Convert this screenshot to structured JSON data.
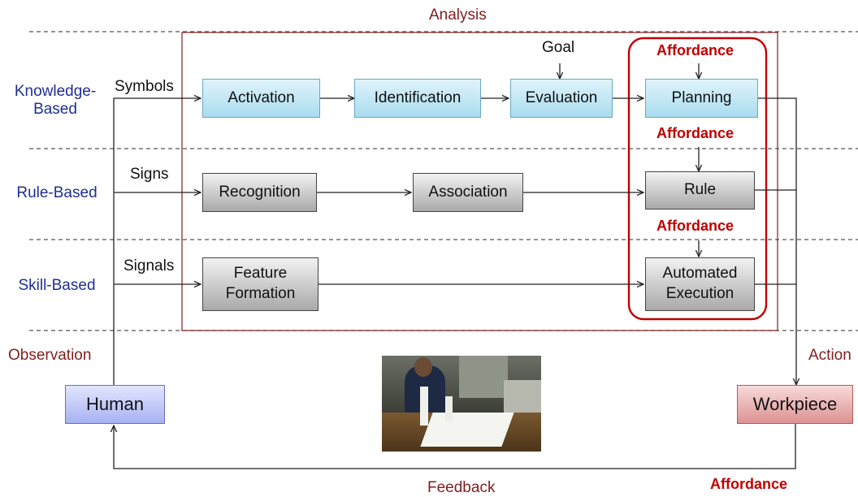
{
  "header": {
    "analysis": "Analysis"
  },
  "levels": {
    "knowledge": "Knowledge-\nBased",
    "rule": "Rule-Based",
    "skill": "Skill-Based"
  },
  "inputs": {
    "symbols": "Symbols",
    "signs": "Signs",
    "signals": "Signals"
  },
  "goal": "Goal",
  "boxes": {
    "activation": "Activation",
    "identification": "Identification",
    "evaluation": "Evaluation",
    "planning": "Planning",
    "recognition": "Recognition",
    "association": "Association",
    "rule": "Rule",
    "feature_formation": "Feature\nFormation",
    "automated_execution": "Automated\nExecution",
    "human": "Human",
    "workpiece": "Workpiece"
  },
  "affordance": {
    "planning": "Affordance",
    "rule": "Affordance",
    "execution": "Affordance",
    "feedback": "Affordance"
  },
  "labels": {
    "observation": "Observation",
    "action": "Action",
    "feedback": "Feedback"
  },
  "colors": {
    "dark_red": "#7f1f1f",
    "level_blue": "#1f2f8f",
    "affordance_red": "#c00000",
    "knowledge_box": "#bfe6f5",
    "gray_box": "#c8c8c8",
    "human_box": "#c3caf7",
    "workpiece_box": "#eab4b4"
  },
  "image": {
    "description_icon": "photo-person-stacking-blocks"
  }
}
